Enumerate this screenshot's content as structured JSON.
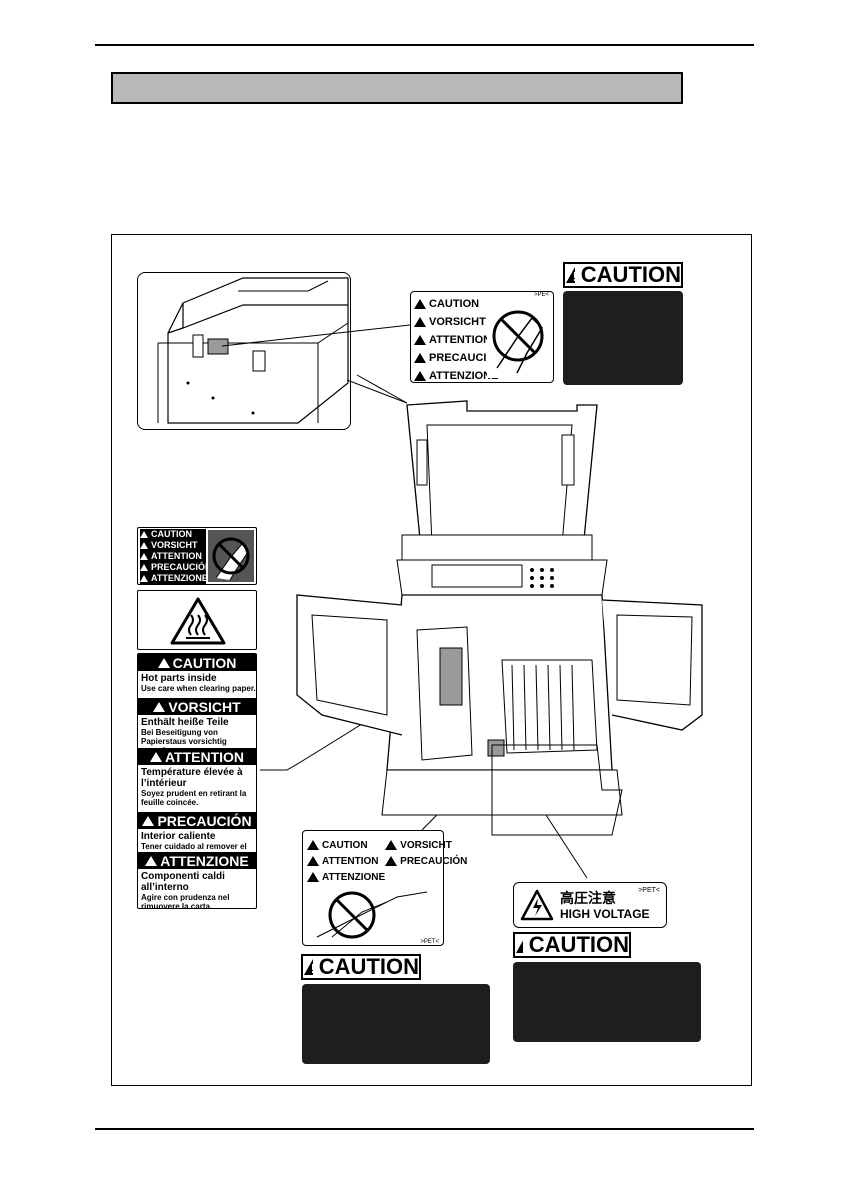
{
  "small_label_languages": [
    "CAUTION",
    "VORSICHT",
    "ATTENTION",
    "PRECAUCIÓN",
    "ATTENZIONE"
  ],
  "caution_word": "CAUTION",
  "hot_label": [
    {
      "heading": "CAUTION",
      "text1": "Hot parts inside",
      "text2": "Use care when clearing paper."
    },
    {
      "heading": "VORSICHT",
      "text1": "Enthält heiße Teile",
      "text2": "Bei Beseitigung von Papierstaus vorsichtig vorgehen."
    },
    {
      "heading": "ATTENTION",
      "text1": "Température élevée à l’intérieur",
      "text2": "Soyez prudent en retirant la feuille coincée."
    },
    {
      "heading": "PRECAUCIÓN",
      "text1": "Interior caliente",
      "text2": "Tener cuidado al remover el papel."
    },
    {
      "heading": "ATTENZIONE",
      "text1": "Componenti caldi all’interno",
      "text2": "Agire con prudenza nel rimuovere la carta."
    }
  ],
  "hv_label": {
    "jp": "高圧注意",
    "en": "HIGH VOLTAGE",
    "tag": ">PET<"
  },
  "tags": {
    "top": ">PE<",
    "bottom": ">PET<"
  }
}
